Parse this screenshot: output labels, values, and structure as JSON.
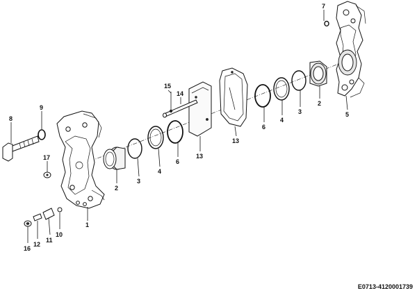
{
  "diagram": {
    "reference_code": "E0713-4120001739",
    "callouts": [
      {
        "id": "label-1",
        "text": "1"
      },
      {
        "id": "label-2-left",
        "text": "2"
      },
      {
        "id": "label-3-left",
        "text": "3"
      },
      {
        "id": "label-4-left",
        "text": "4"
      },
      {
        "id": "label-6-left",
        "text": "6"
      },
      {
        "id": "label-13-left",
        "text": "13"
      },
      {
        "id": "label-13-right",
        "text": "13"
      },
      {
        "id": "label-6-right",
        "text": "6"
      },
      {
        "id": "label-4-right",
        "text": "4"
      },
      {
        "id": "label-3-right",
        "text": "3"
      },
      {
        "id": "label-2-right",
        "text": "2"
      },
      {
        "id": "label-5",
        "text": "5"
      },
      {
        "id": "label-7",
        "text": "7"
      },
      {
        "id": "label-8",
        "text": "8"
      },
      {
        "id": "label-9",
        "text": "9"
      },
      {
        "id": "label-10",
        "text": "10"
      },
      {
        "id": "label-11",
        "text": "11"
      },
      {
        "id": "label-12",
        "text": "12"
      },
      {
        "id": "label-14",
        "text": "14"
      },
      {
        "id": "label-15",
        "text": "15"
      },
      {
        "id": "label-16",
        "text": "16"
      },
      {
        "id": "label-17",
        "text": "17"
      }
    ]
  }
}
